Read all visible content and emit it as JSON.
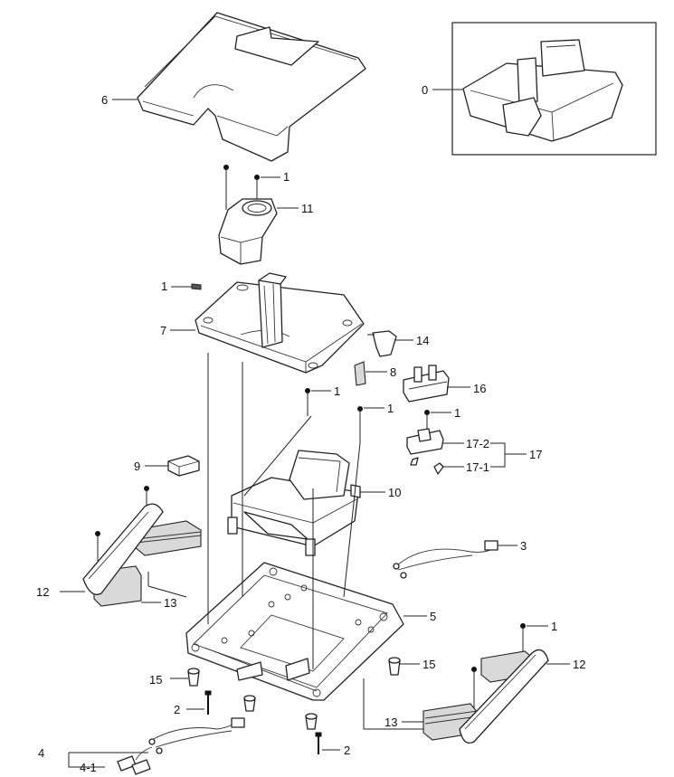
{
  "labels": {
    "l0": "0",
    "l1a": "1",
    "l1b": "1",
    "l1c": "1",
    "l1d": "1",
    "l1e": "1",
    "l1f": "1",
    "l2a": "2",
    "l2b": "2",
    "l3": "3",
    "l4": "4",
    "l4_1": "4-1",
    "l5": "5",
    "l6": "6",
    "l7": "7",
    "l8": "8",
    "l9": "9",
    "l10": "10",
    "l11": "11",
    "l12a": "12",
    "l12b": "12",
    "l13a": "13",
    "l13b": "13",
    "l14": "14",
    "l15a": "15",
    "l15b": "15",
    "l16": "16",
    "l17": "17",
    "l17_1": "17-1",
    "l17_2": "17-2"
  }
}
